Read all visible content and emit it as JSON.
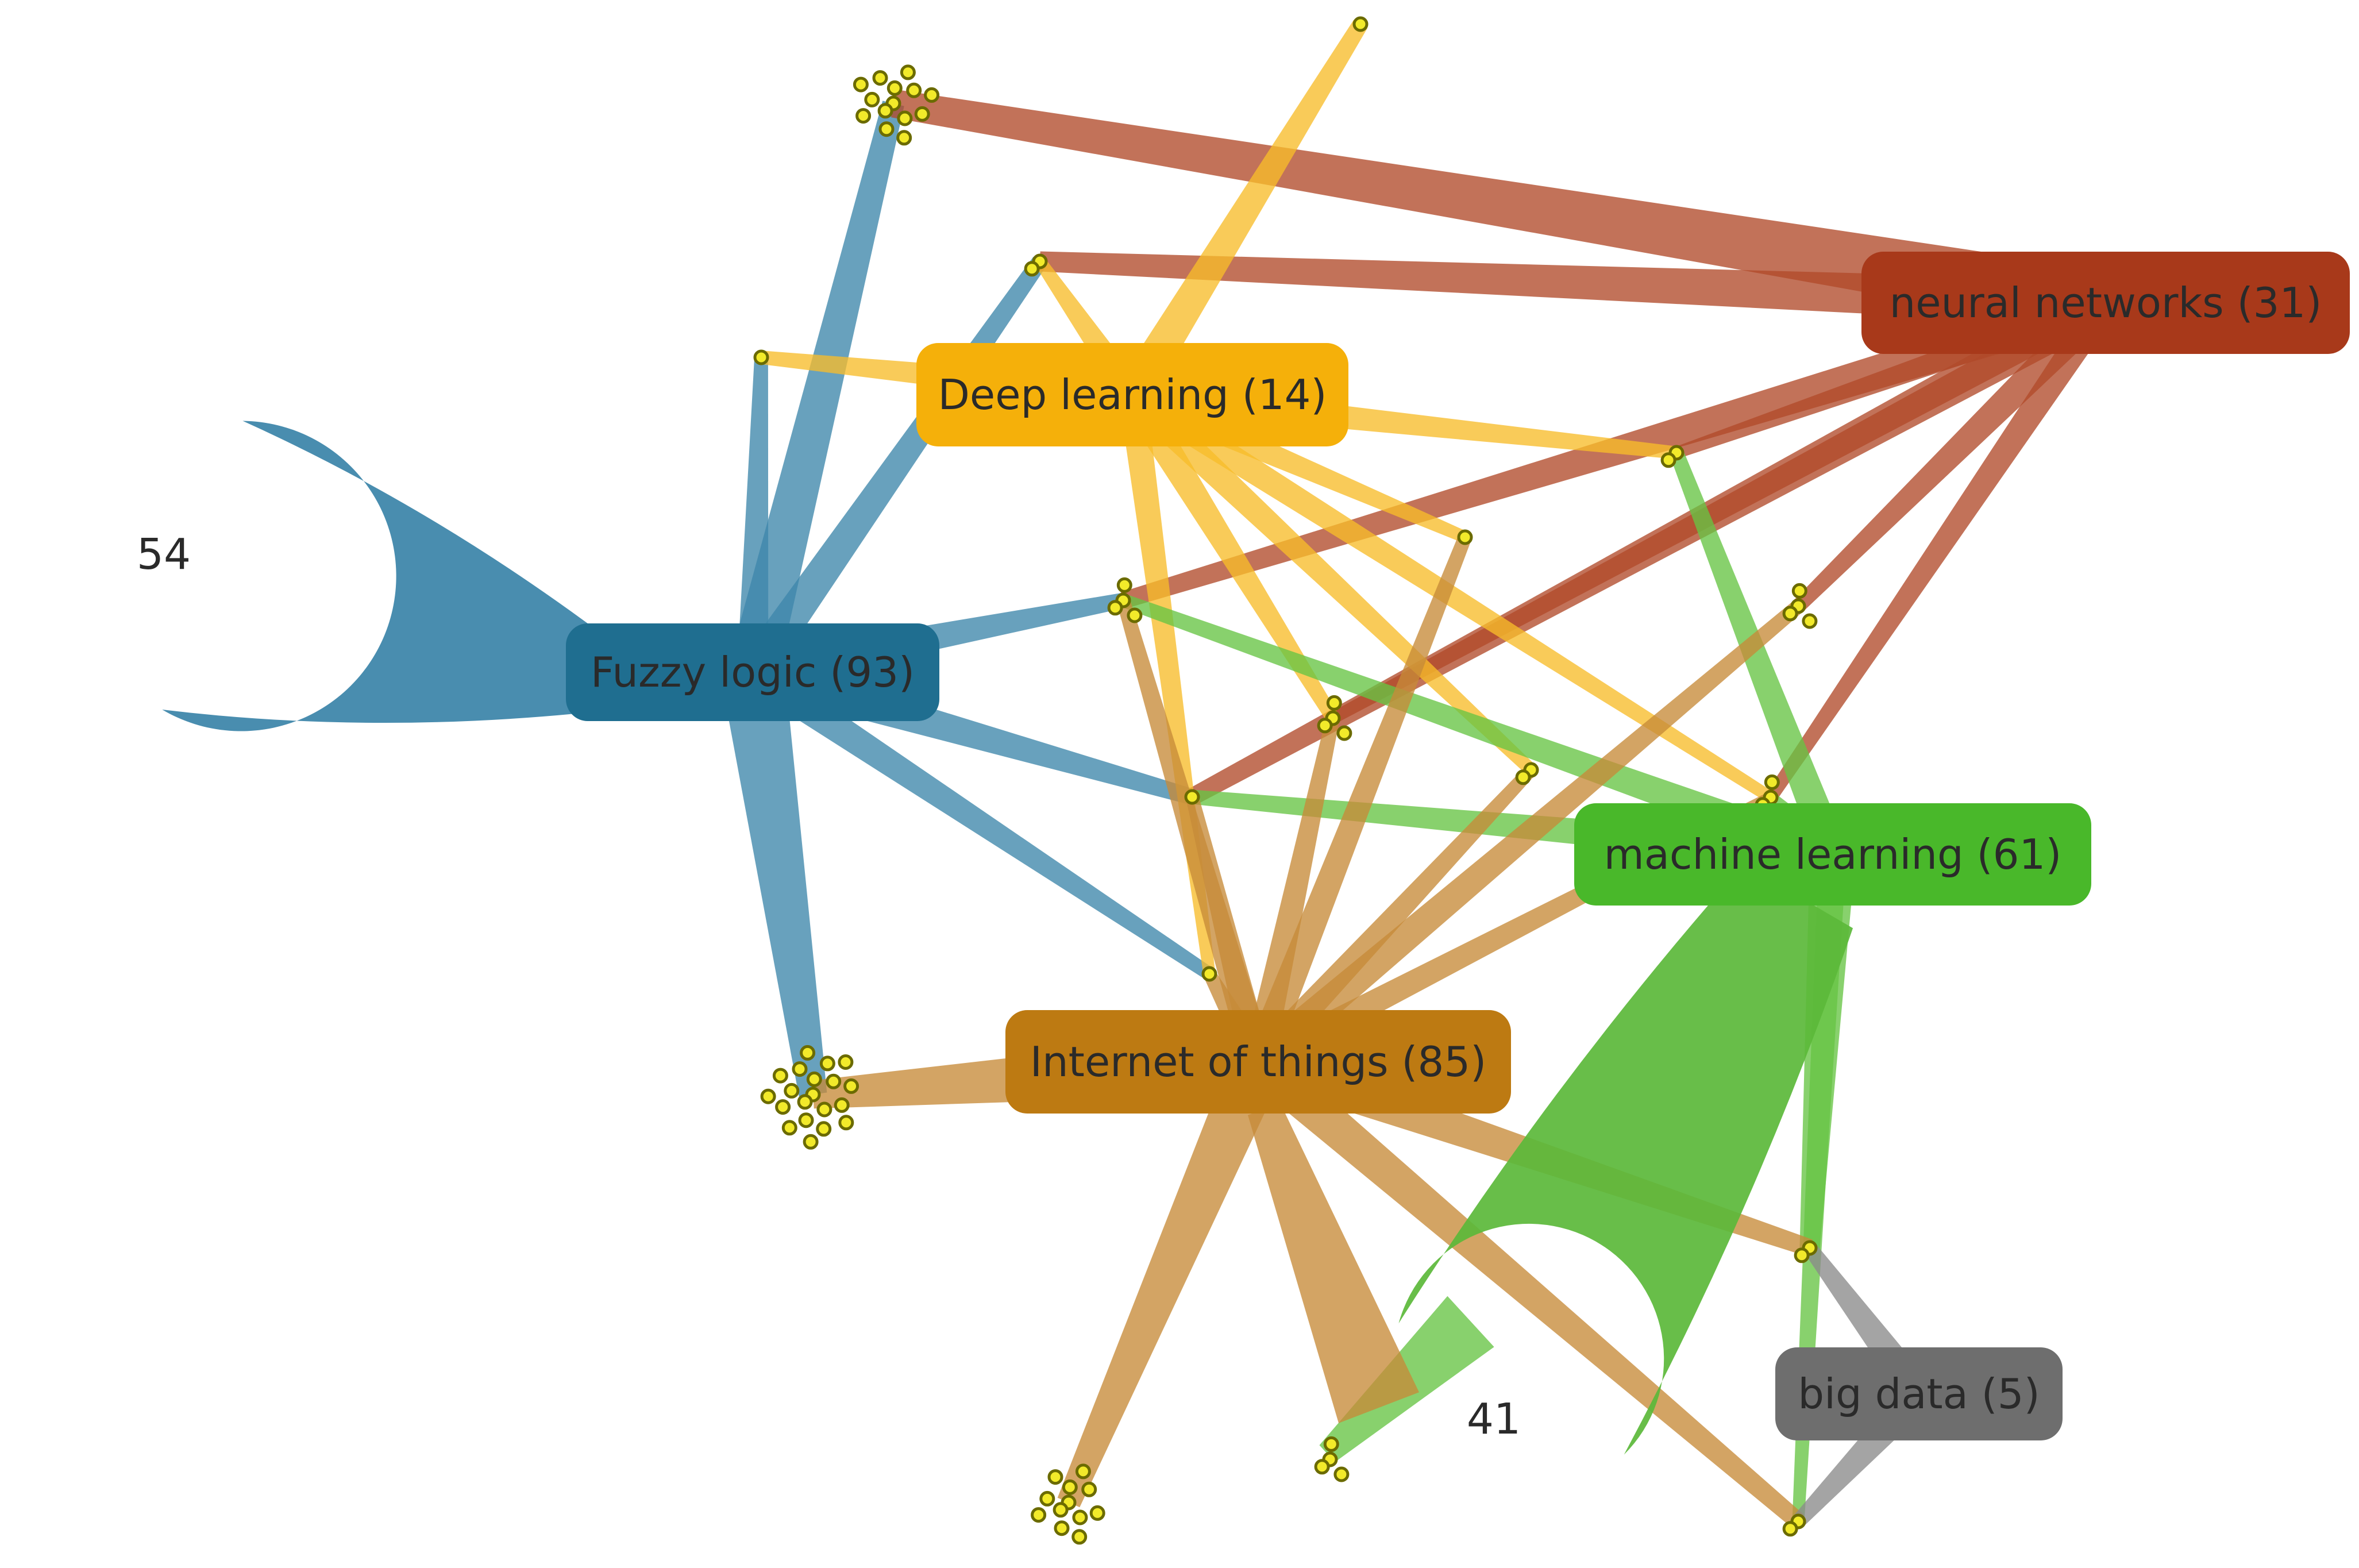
{
  "diagram": {
    "nodes": [
      {
        "id": "fuzzy",
        "label": "Fuzzy logic (93)",
        "color": "#1f6e90"
      },
      {
        "id": "deep",
        "label": "Deep learning (14)",
        "color": "#f5b00a"
      },
      {
        "id": "neural",
        "label": "neural networks (31)",
        "color": "#a8391a"
      },
      {
        "id": "ml",
        "label": "machine learning (61)",
        "color": "#49b82a"
      },
      {
        "id": "iot",
        "label": "Internet of things (85)",
        "color": "#bd7a12"
      },
      {
        "id": "bigdata",
        "label": "big data (5)",
        "color": "#6e6e6e"
      }
    ],
    "clusters": [
      {
        "id": "fuzzy-only",
        "label": "54",
        "color": "#3a83a8"
      },
      {
        "id": "ml-only",
        "label": "41",
        "color": "#5bb93a"
      }
    ],
    "edge_colors": {
      "fuzzy": "#3d86ab",
      "deep": "#f7bd2a",
      "neural": "#b14a2a",
      "ml": "#67c444",
      "iot": "#c78a38",
      "bigdata": "#8a8a8a"
    },
    "dot_color": "#f2ea2a"
  }
}
